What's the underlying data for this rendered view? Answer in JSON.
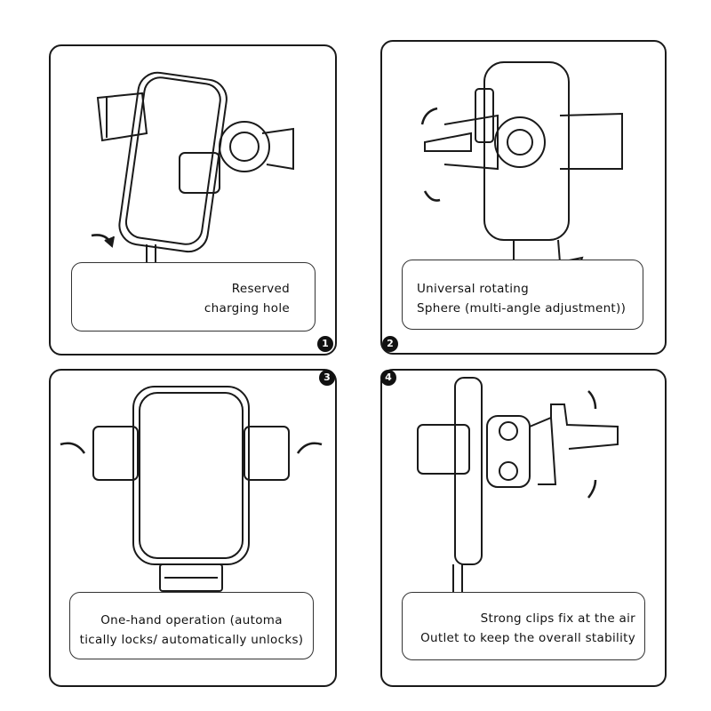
{
  "steps": [
    {
      "number": "1",
      "caption_lines": [
        "Reserved",
        "charging hole"
      ]
    },
    {
      "number": "2",
      "caption_lines": [
        "Universal rotating",
        "Sphere (multi-angle adjustment))"
      ]
    },
    {
      "number": "3",
      "caption_lines": [
        "One-hand operation (automa",
        "tically locks/ automatically unlocks)"
      ]
    },
    {
      "number": "4",
      "caption_lines": [
        "Strong clips fix at the air",
        "Outlet to keep the overall stability"
      ]
    }
  ]
}
